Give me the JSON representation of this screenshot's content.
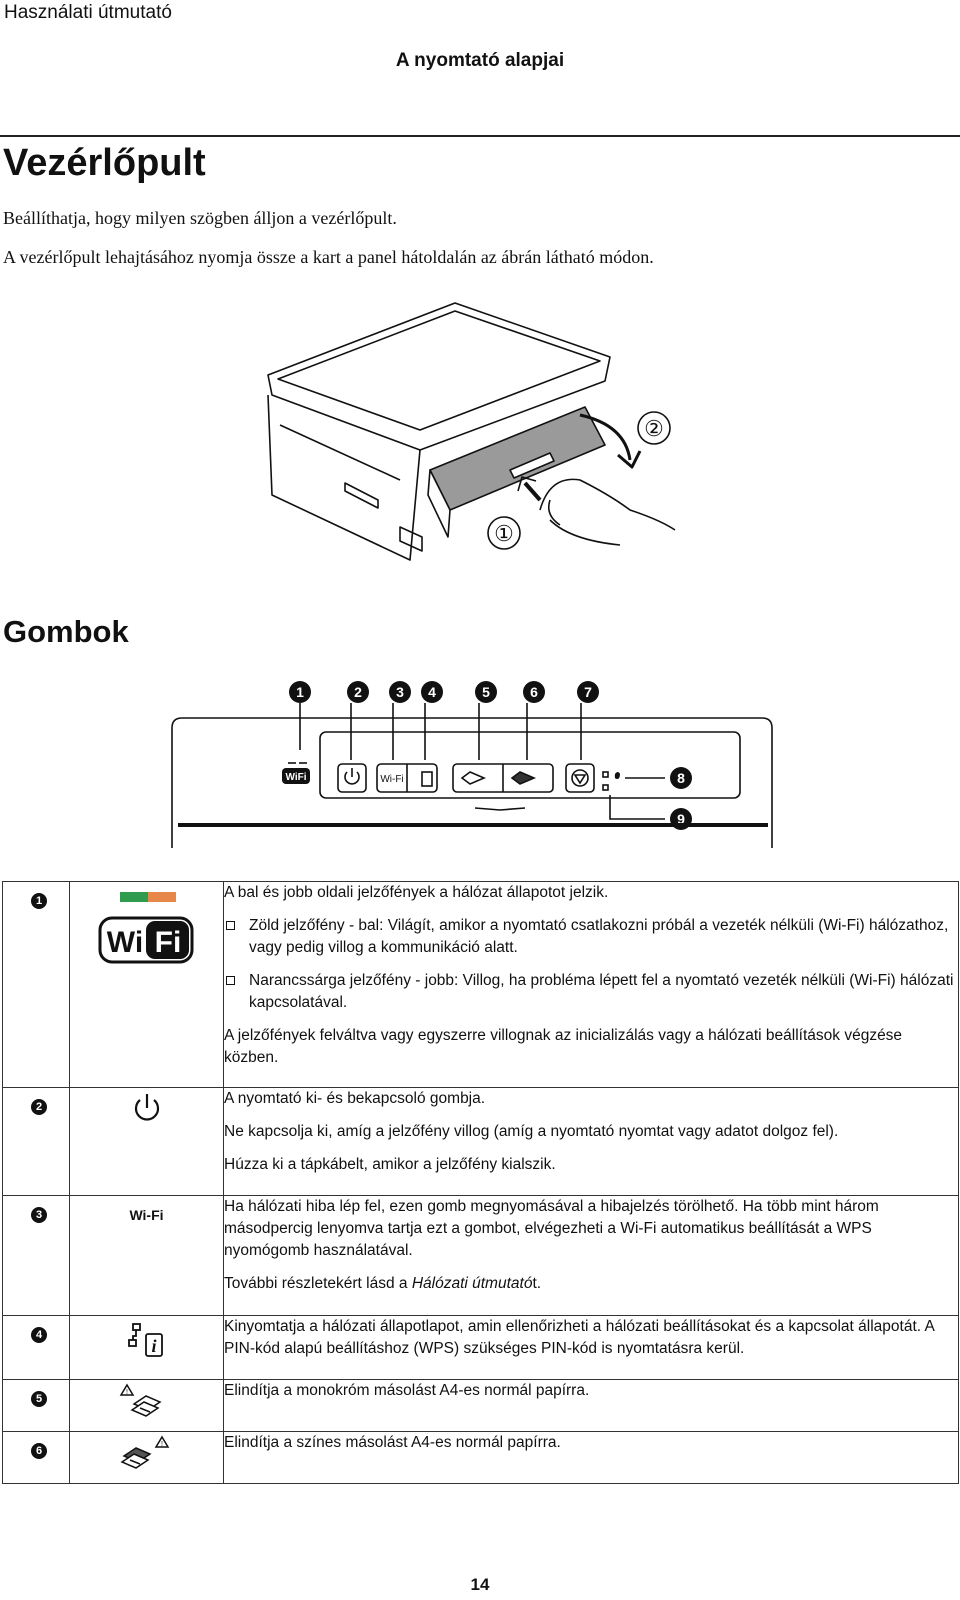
{
  "header": {
    "doc_title": "Használati útmutató",
    "section_title": "A nyomtató alapjai"
  },
  "control_panel": {
    "heading": "Vezérlőpult",
    "para1": "Beállíthatja, hogy milyen szögben álljon a vezérlőpult.",
    "para2": "A vezérlőpult lehajtásához nyomja össze a kart a panel hátoldalán az ábrán látható módon.",
    "figure_callouts": [
      "①",
      "②"
    ]
  },
  "buttons": {
    "heading": "Gombok",
    "callouts": [
      "1",
      "2",
      "3",
      "4",
      "5",
      "6",
      "7",
      "8",
      "9"
    ],
    "panel_labels": {
      "wifi_logo": "WiFi",
      "wifi_button": "Wi-Fi"
    }
  },
  "table": {
    "rows": [
      {
        "num": "1",
        "icon": "wifi-logo-with-lights-icon",
        "icon_text": "WiFi",
        "lights": {
          "left": "#2e9b4f",
          "right": "#e8874a"
        },
        "paragraphs": [
          "A bal és jobb oldali jelzőfények a hálózat állapotot jelzik.",
          "Zöld jelzőfény - bal: Világít, amikor a nyomtató csatlakozni próbál a vezeték nélküli (Wi-Fi) hálózathoz, vagy pedig villog a kommunikáció alatt.",
          "Narancssárga jelzőfény - jobb: Villog, ha probléma lépett fel a nyomtató vezeték nélküli (Wi-Fi) hálózati kapcsolatával.",
          "A jelzőfények felváltva vagy egyszerre villognak az inicializálás vagy a hálózati beállítások végzése közben."
        ]
      },
      {
        "num": "2",
        "icon": "power-icon",
        "paragraphs": [
          "A nyomtató ki- és bekapcsoló gombja.",
          "Ne kapcsolja ki, amíg a jelzőfény villog (amíg a nyomtató nyomtat vagy adatot dolgoz fel).",
          "Húzza ki a tápkábelt, amikor a jelzőfény kialszik."
        ]
      },
      {
        "num": "3",
        "icon": "wifi-text-icon",
        "icon_text": "Wi-Fi",
        "paragraphs": [
          "Ha hálózati hiba lép fel, ezen gomb megnyomásával a hibajelzés törölhető. Ha több mint három másodpercig lenyomva tartja ezt a gombot, elvégezheti a Wi-Fi automatikus beállítását a WPS nyomógomb használatával."
        ],
        "ref_prefix": "További részletekért lásd a ",
        "ref_italic": "Hálózati útmutató",
        "ref_suffix": "t."
      },
      {
        "num": "4",
        "icon": "network-status-info-icon",
        "paragraphs": [
          "Kinyomtatja a hálózati állapotlapot, amin ellenőrizheti a hálózati beállításokat és a kapcsolat állapotát. A PIN-kód alapú beállításhoz (WPS) szükséges PIN-kód is nyomtatásra kerül."
        ]
      },
      {
        "num": "5",
        "icon": "mono-copy-icon",
        "paragraphs": [
          "Elindítja a monokróm másolást A4-es normál papírra."
        ]
      },
      {
        "num": "6",
        "icon": "color-copy-icon",
        "paragraphs": [
          "Elindítja a színes másolást A4-es normál papírra."
        ]
      }
    ]
  },
  "footer": {
    "page_number": "14"
  }
}
